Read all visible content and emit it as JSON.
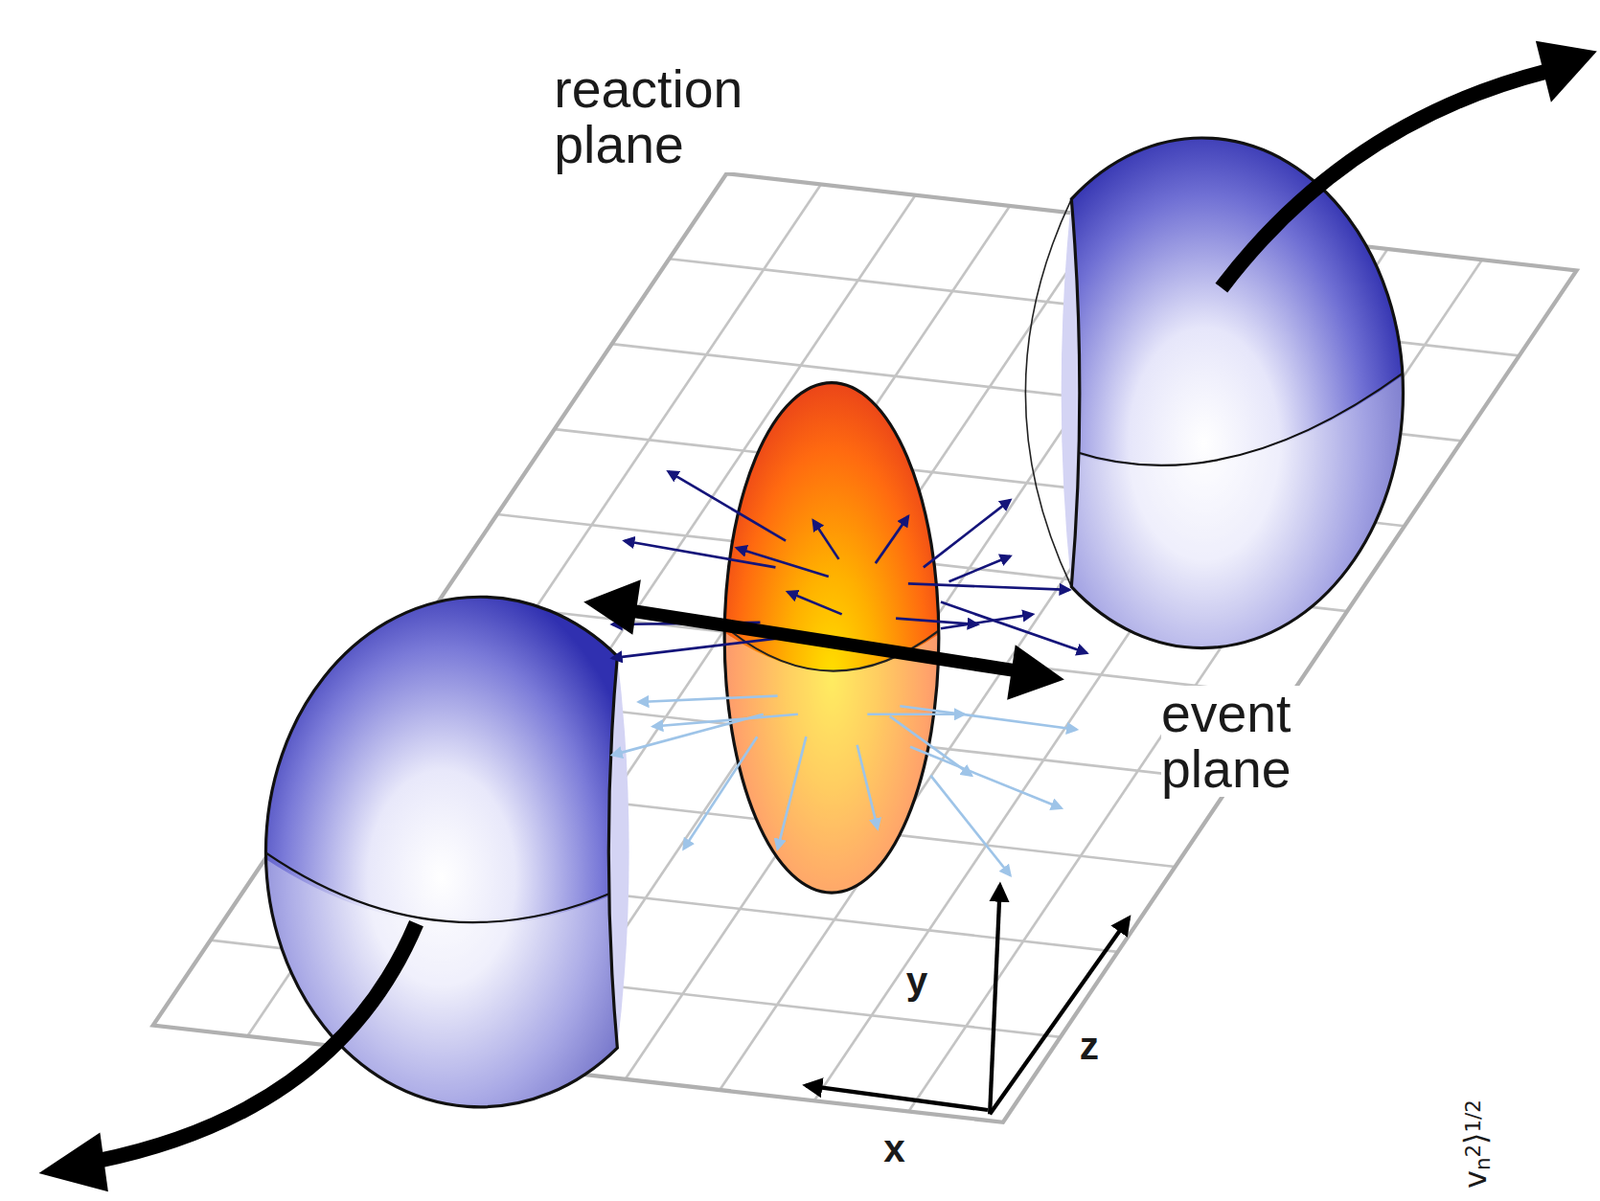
{
  "diagram": {
    "labels": [
      "reaction plane",
      "event plane",
      "y",
      "z",
      "x",
      "v",
      "n",
      "2",
      "⟩",
      "1/2"
    ]
  }
}
